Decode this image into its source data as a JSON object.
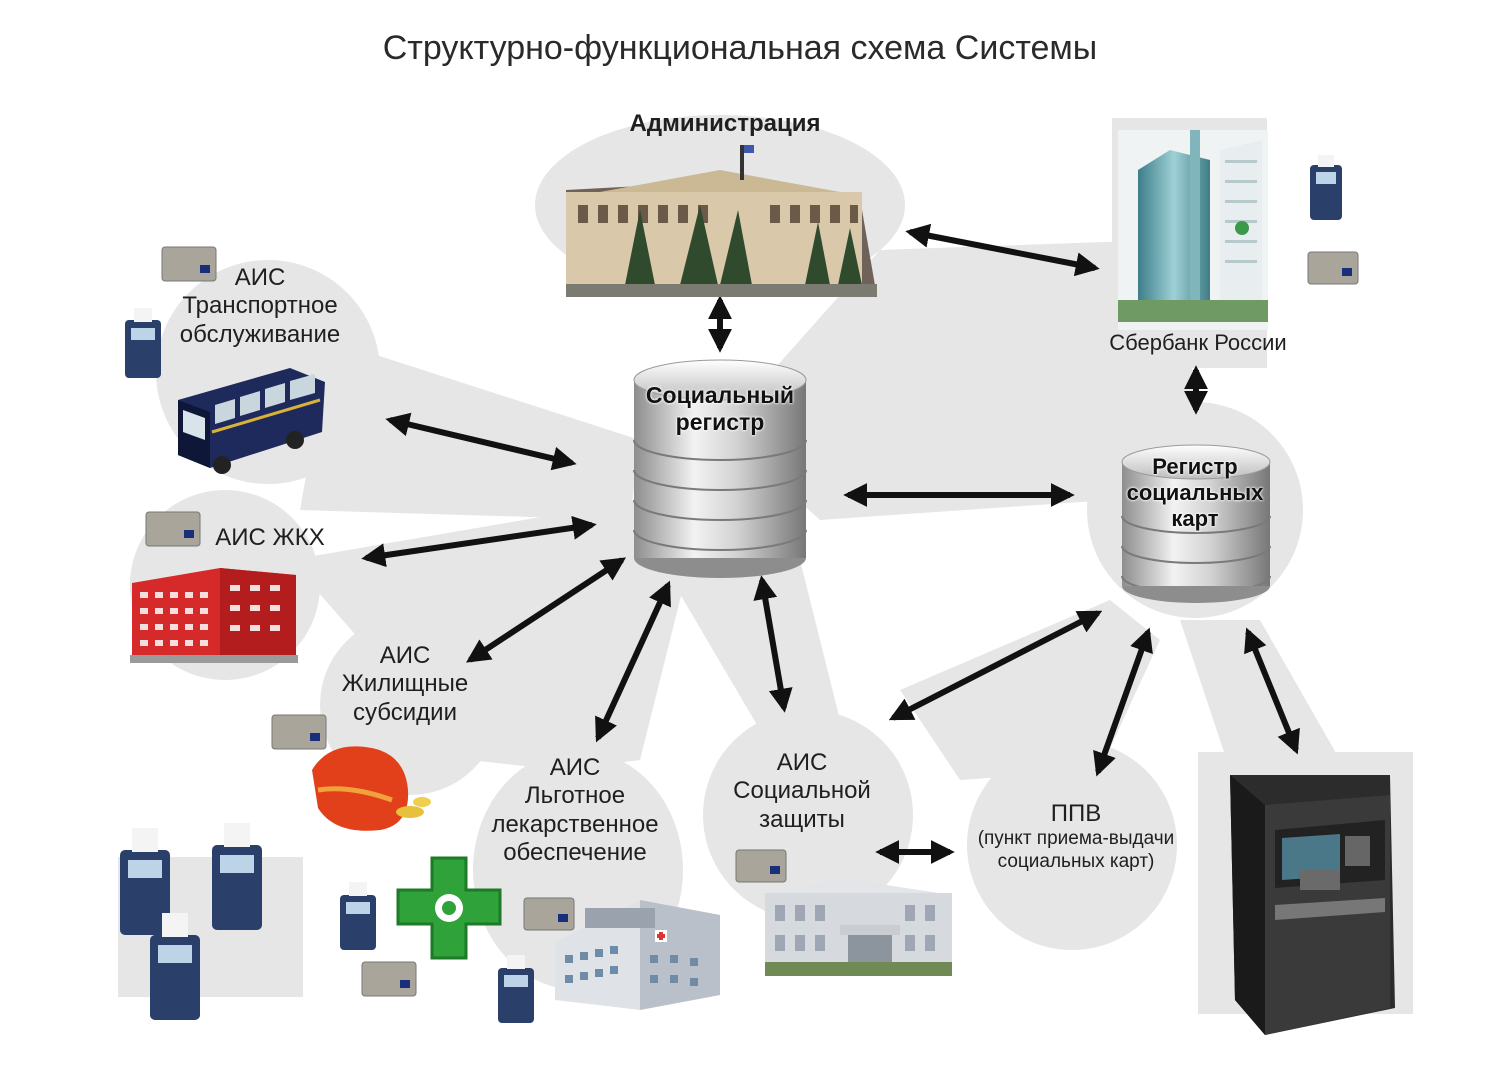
{
  "title": "Структурно-функциональная схема Системы",
  "nodes": {
    "administration": "Администрация",
    "social_register": [
      "Социальный",
      "регистр"
    ],
    "sberbank": "Сбербанк России",
    "cards_register": [
      "Регистр",
      "социальных",
      "карт"
    ],
    "transport": [
      "АИС",
      "Транспортное",
      "обслуживание"
    ],
    "housing": "АИС ЖКХ",
    "subsidies": [
      "АИС",
      "Жилищные",
      "субсидии"
    ],
    "medicine": [
      "АИС",
      "Льготное",
      "лекарственное",
      "обеспечение"
    ],
    "social_protection": [
      "АИС",
      "Социальной",
      "защиты"
    ],
    "ppv": [
      "ППВ",
      "(пункт приема-выдачи",
      "социальных карт)"
    ]
  },
  "icons": [
    "government-building-icon",
    "sberbank-office-icon",
    "database-icon",
    "bus-icon",
    "apartment-building-icon",
    "wallet-icon",
    "pharmacy-cross-icon",
    "hospital-icon",
    "office-building-icon",
    "atm-icon",
    "payment-terminal-icon",
    "bank-card-icon"
  ],
  "colors": {
    "background": "#ffffff",
    "bubble": "#e6e6e6",
    "arrow": "#111111"
  }
}
